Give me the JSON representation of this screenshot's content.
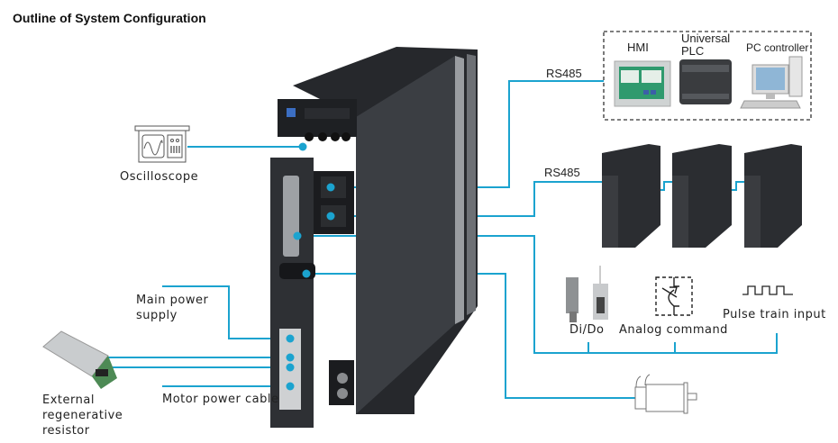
{
  "title": "Outline of System Configuration",
  "colors": {
    "connection_line": "#1ba3cf",
    "drive_body": "#34373c"
  },
  "host_group": {
    "link_label": "RS485",
    "devices": [
      {
        "label": "HMI",
        "icon": "hmi-panel-icon"
      },
      {
        "label_line1": "Universal",
        "label_line2": "PLC",
        "icon": "plc-icon"
      },
      {
        "label": "PC controller",
        "icon": "pc-icon"
      }
    ]
  },
  "drive_chain": {
    "link_label": "RS485",
    "drive_count": 3
  },
  "peripherals": {
    "oscilloscope": "Oscilloscope",
    "main_power_line1": "Main power",
    "main_power_line2": "supply",
    "resistor_line1": "External",
    "resistor_line2": "regenerative",
    "resistor_line3": "resistor",
    "motor_power_cable": "Motor power cable",
    "dido": "Di/Do",
    "analog_command": "Analog command",
    "pulse_train_input": "Pulse train input"
  }
}
